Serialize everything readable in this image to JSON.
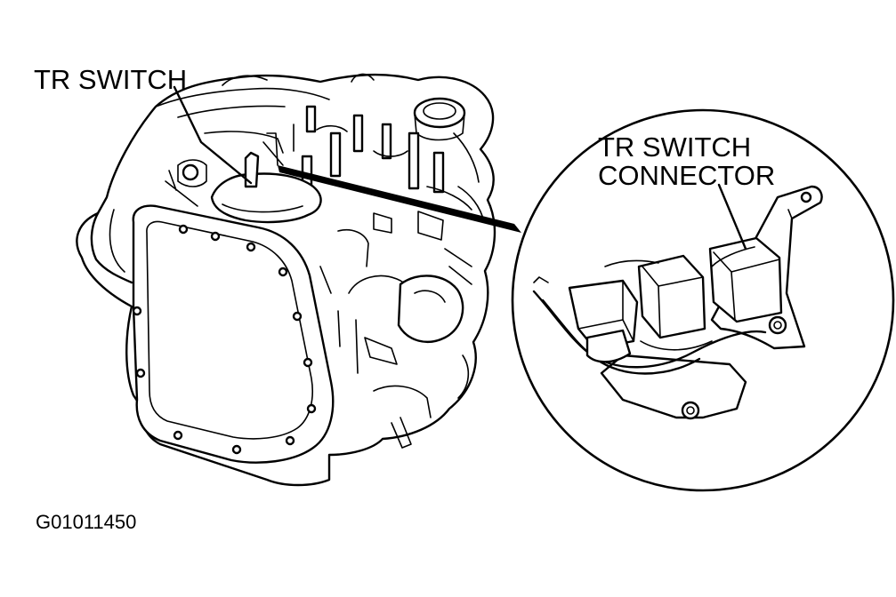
{
  "labels": {
    "tr_switch": "TR SWITCH",
    "connector_line1": "TR SWITCH",
    "connector_line2": "CONNECTOR",
    "figure_id": "G01011450"
  },
  "colors": {
    "ink": "#000000",
    "background": "#ffffff"
  }
}
